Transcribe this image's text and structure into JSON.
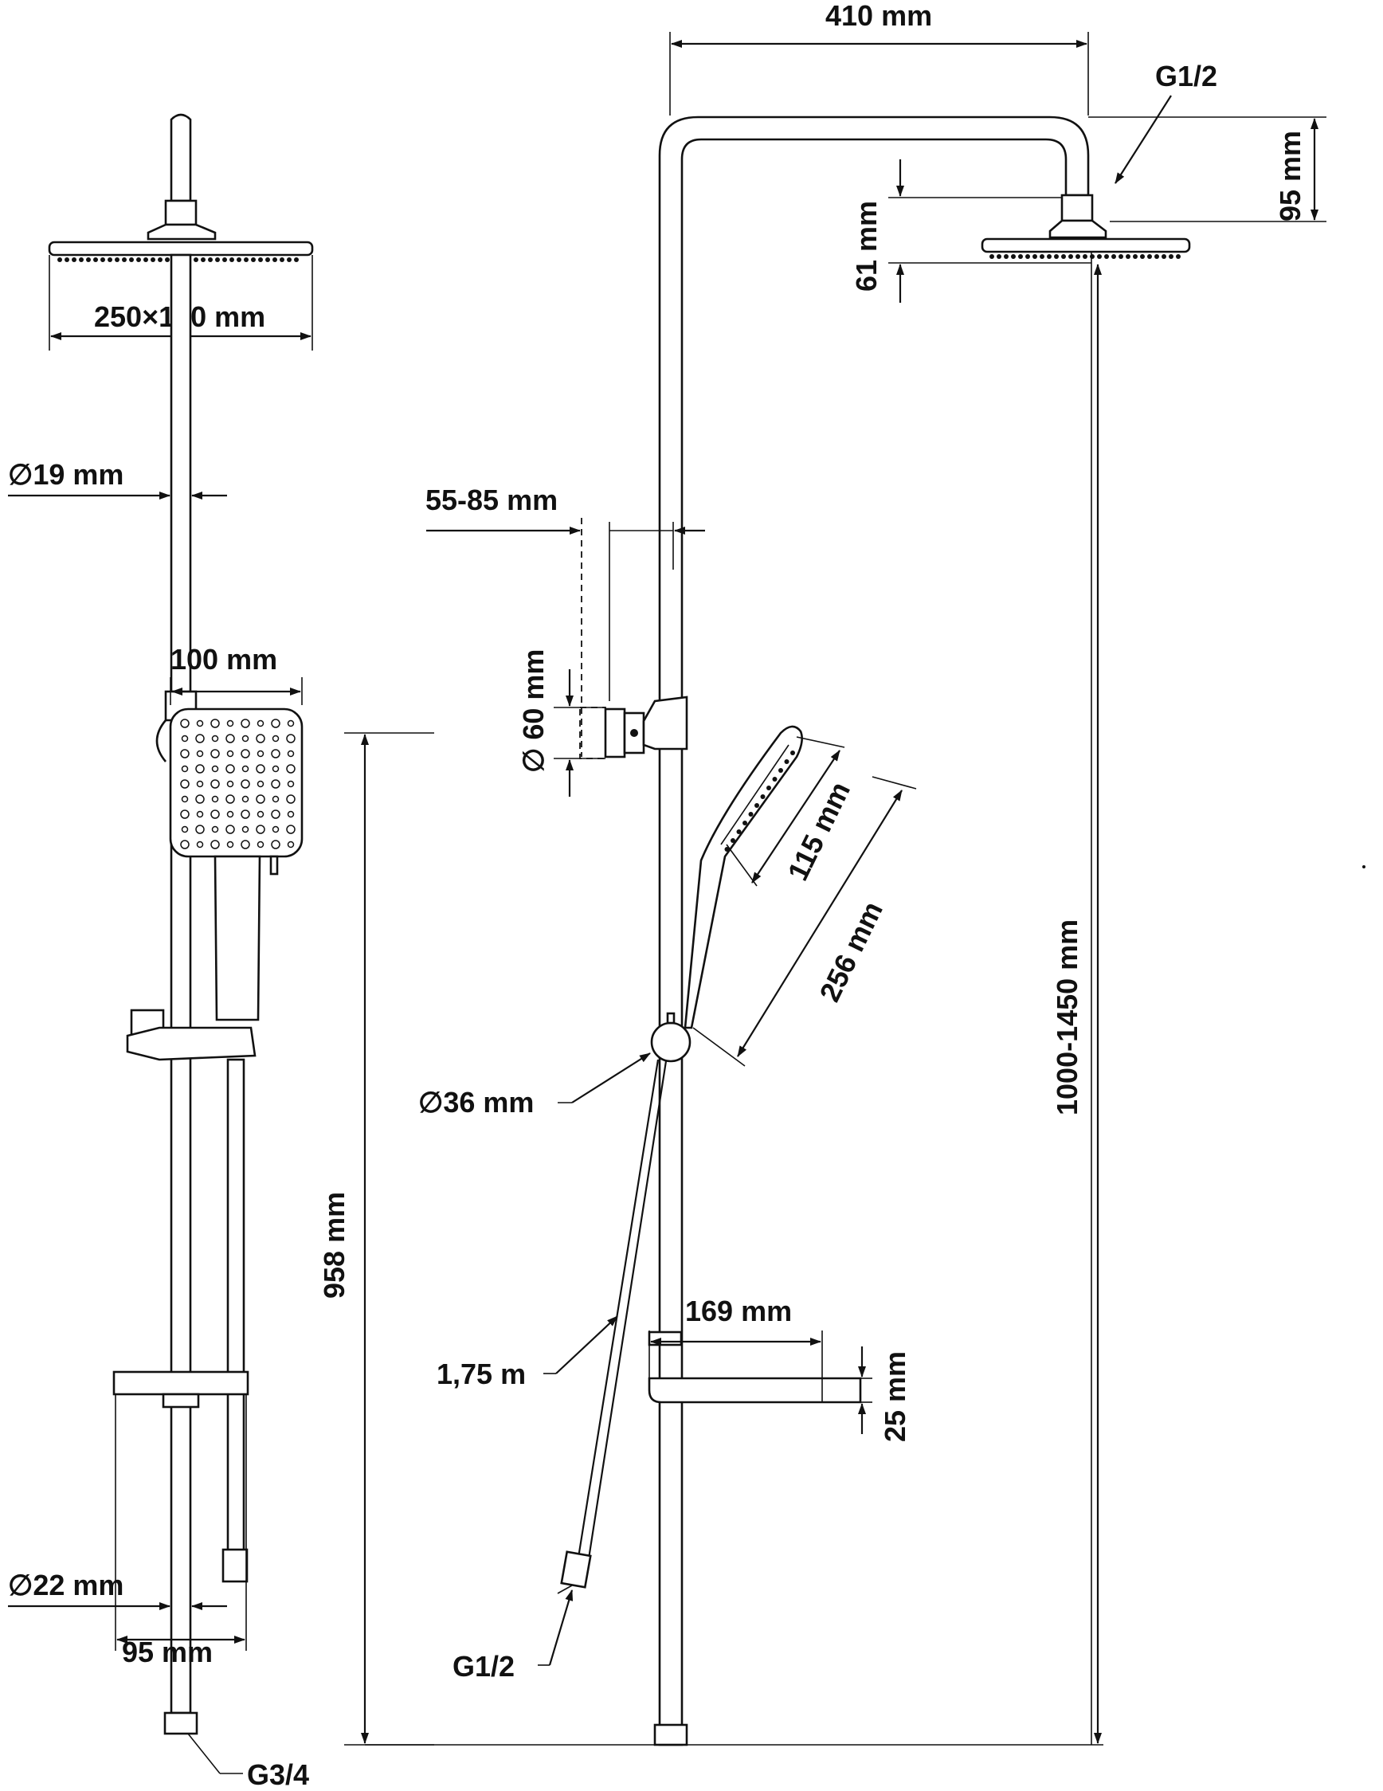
{
  "labels": {
    "overall_width": "410 mm",
    "top_connection": "G1/2",
    "arm_drop": "95 mm",
    "head_offset": "61 mm",
    "head_size": "250×190 mm",
    "rail_diameter": "∅19 mm",
    "wall_distance": "55-85 mm",
    "bracket_diameter": "∅ 60 mm",
    "hand_shower_width": "100 mm",
    "hand_face": "115 mm",
    "hand_length": "256 mm",
    "height_range": "1000-1450 mm",
    "diverter_diameter": "∅36 mm",
    "rail_height": "958 mm",
    "shelf_depth": "169 mm",
    "shelf_height": "25 mm",
    "hose_length": "1,75 m",
    "hose_connection": "G1/2",
    "pipe_diameter": "∅22 mm",
    "shelf_width": "95 mm",
    "bottom_connection": "G3/4"
  }
}
